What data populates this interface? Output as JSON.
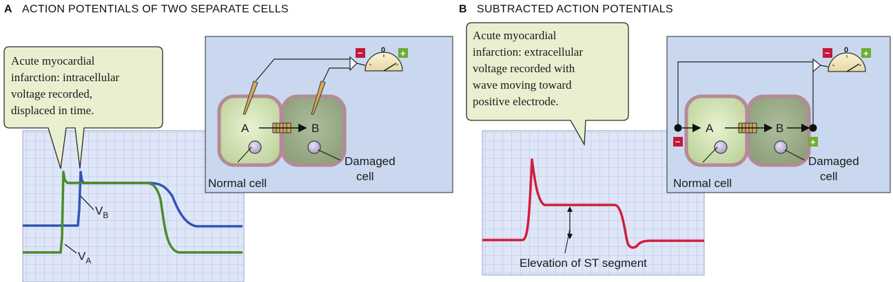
{
  "panel_a": {
    "letter": "A",
    "title": "ACTION POTENTIALS OF TWO SEPARATE CELLS",
    "callout": [
      "Acute myocardial",
      "infarction: intracellular",
      "voltage recorded,",
      "displaced in time."
    ],
    "label_vb": "V",
    "label_vb_sub": "B",
    "label_va": "V",
    "label_va_sub": "A",
    "cell_a": "A",
    "cell_b": "B",
    "normal_cell": "Normal cell",
    "damaged_cell": [
      "Damaged",
      "cell"
    ],
    "meter_zero": "0",
    "meter_minus": "–",
    "meter_plus": "+"
  },
  "panel_b": {
    "letter": "B",
    "title": "SUBTRACTED ACTION POTENTIALS",
    "callout": [
      "Acute myocardial",
      "infarction: extracellular",
      "voltage recorded with",
      "wave moving toward",
      "positive electrode."
    ],
    "st_label": "Elevation of ST segment",
    "cell_a": "A",
    "cell_b": "B",
    "normal_cell": "Normal cell",
    "damaged_cell": [
      "Damaged",
      "cell"
    ],
    "meter_zero": "0",
    "meter_minus": "–",
    "meter_plus": "+",
    "electrode_minus": "–",
    "electrode_plus": "+"
  },
  "colors": {
    "grid_bg": "#dfe6f7",
    "grid_line": "#a9b6dd",
    "diagram_bg": "#c9d8ef",
    "callout_bg": "#e8f0d0",
    "trace_a": "#4c8a2c",
    "trace_b": "#2f56b4",
    "trace_diff": "#d01e3c",
    "normal_cell": "#c7d9a6",
    "damaged_cell": "#93a682",
    "cell_border": "#b48a96",
    "minus": "#c4173a",
    "plus": "#6cad2e"
  }
}
